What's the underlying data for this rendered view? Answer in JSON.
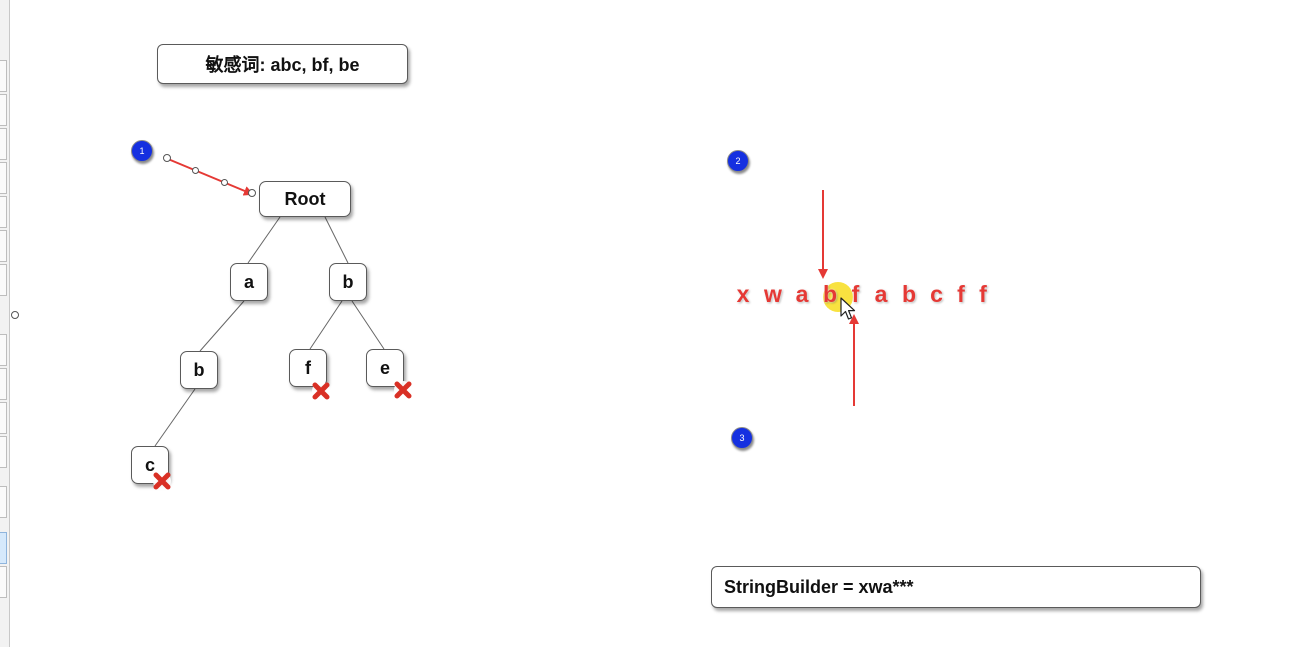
{
  "title_box": {
    "text": "敏感词: abc, bf, be"
  },
  "badges": [
    "1",
    "2",
    "3"
  ],
  "tree": {
    "root": "Root",
    "a": "a",
    "b1": "b",
    "b2": "b",
    "f": "f",
    "e": "e",
    "c": "c"
  },
  "letters": [
    "x",
    "w",
    "a",
    "b",
    "f",
    "a",
    "b",
    "c",
    "f",
    "f"
  ],
  "string_builder": {
    "text": "StringBuilder = xwa***"
  },
  "colors": {
    "accent": "#e53935",
    "badge": "#1530e0",
    "highlight": "#f5d800"
  },
  "icons": [
    "delete-x-icon",
    "mouse-cursor-icon"
  ]
}
